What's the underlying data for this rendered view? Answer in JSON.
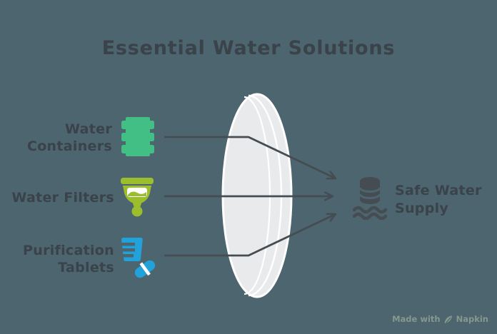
{
  "title": "Essential Water Solutions",
  "items": [
    {
      "name": "water-containers",
      "lines": [
        "Water",
        "Containers"
      ],
      "icon": "barrel-icon",
      "color": "#41BF85"
    },
    {
      "name": "water-filters",
      "lines": [
        "Water Filters"
      ],
      "icon": "filter-icon",
      "color": "#9CBE2E"
    },
    {
      "name": "purification-tablets",
      "lines": [
        "Purification",
        "Tablets"
      ],
      "icon": "tablets-icon",
      "color": "#21A2DB"
    }
  ],
  "result": {
    "name": "safe-water-supply",
    "lines": [
      "Safe Water",
      "Supply"
    ],
    "icon": "water-reservoir-icon",
    "color": "#454D53"
  },
  "arrows": [
    {
      "from": "water-containers",
      "to": "safe-water-supply"
    },
    {
      "from": "water-filters",
      "to": "safe-water-supply"
    },
    {
      "from": "purification-tablets",
      "to": "safe-water-supply"
    }
  ],
  "lens": {
    "shape": "ellipse",
    "meaning": "funnel-lens combining inputs"
  },
  "watermark": {
    "prefix": "Made with",
    "brand": "Napkin",
    "icon": "napkin-logo-icon"
  },
  "colors": {
    "background": "#4C656F",
    "ink": "#3A424A",
    "arrow": "#454D53",
    "lens_fill": "#E9EAEB",
    "lens_stroke": "#FFFFFF",
    "green": "#41BF85",
    "lime": "#9CBE2E",
    "blue": "#21A2DB",
    "watermark": "#91A193"
  }
}
